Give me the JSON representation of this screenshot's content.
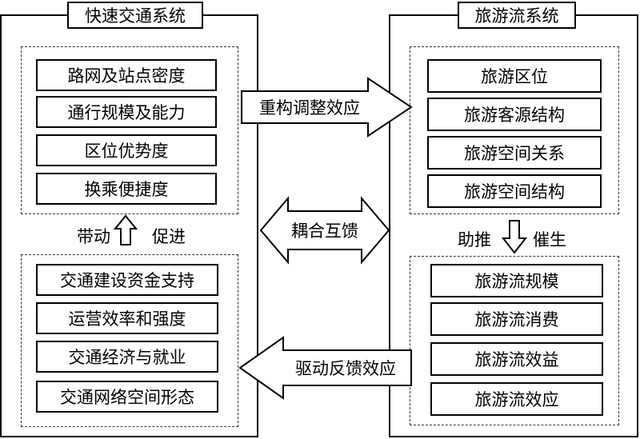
{
  "left_system": {
    "title": "快速交通系统",
    "top_items": [
      "路网及站点密度",
      "通行规模及能力",
      "区位优势度",
      "换乘便捷度"
    ],
    "bottom_items": [
      "交通建设资金支持",
      "运营效率和强度",
      "交通经济与就业",
      "交通网络空间形态"
    ],
    "up_arrow_left": "带动",
    "up_arrow_right": "促进"
  },
  "right_system": {
    "title": "旅游流系统",
    "top_items": [
      "旅游区位",
      "旅游客源结构",
      "旅游空间关系",
      "旅游空间结构"
    ],
    "bottom_items": [
      "旅游流规模",
      "旅游流消费",
      "旅游流效益",
      "旅游流效应"
    ],
    "down_arrow_left": "助推",
    "down_arrow_right": "催生"
  },
  "center": {
    "right_arrow": "重构调整效应",
    "double_arrow": "耦合互馈",
    "left_arrow": "驱动反馈效应"
  }
}
